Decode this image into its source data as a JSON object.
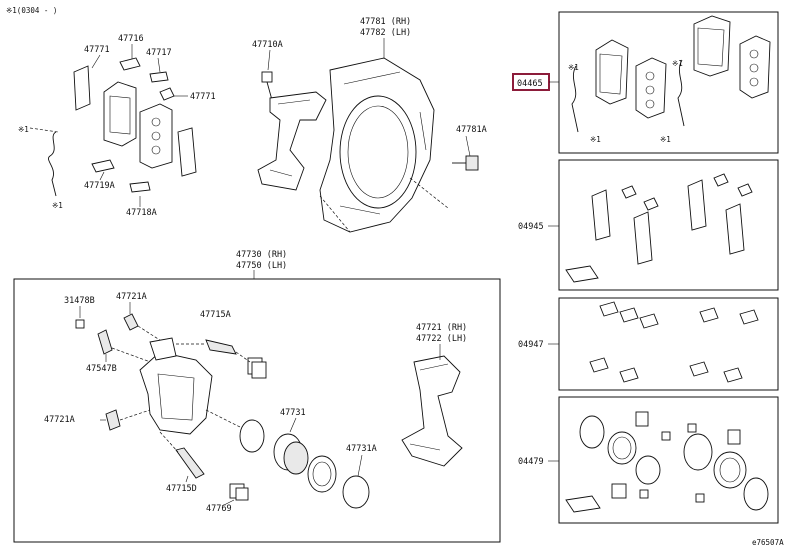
{
  "note_top": "※1(0304 -        )",
  "note_mark": "※1",
  "figure_code": "e76507A",
  "highlight_color": "#8c1c3a",
  "highlighted_part": "04465",
  "parts": {
    "p47771a": "47771",
    "p47716": "47716",
    "p47717": "47717",
    "p47771b": "47771",
    "p47719a": "47719A",
    "p47718a": "47718A",
    "p47710a": "47710A",
    "p47781": "47781 (RH)",
    "p47782": "47782 (LH)",
    "p47781a": "47781A",
    "p47730": "47730 (RH)",
    "p47750": "47750 (LH)",
    "p31478b": "31478B",
    "p47721a_top": "47721A",
    "p47715a": "47715A",
    "p47547b": "47547B",
    "p47721a_left": "47721A",
    "p47731": "47731",
    "p47721": "47721 (RH)",
    "p47722": "47722 (LH)",
    "p47731a": "47731A",
    "p47715d": "47715D",
    "p47769": "47769",
    "kit04465": "04465",
    "kit04945": "04945",
    "kit04947": "04947",
    "kit04479": "04479"
  }
}
